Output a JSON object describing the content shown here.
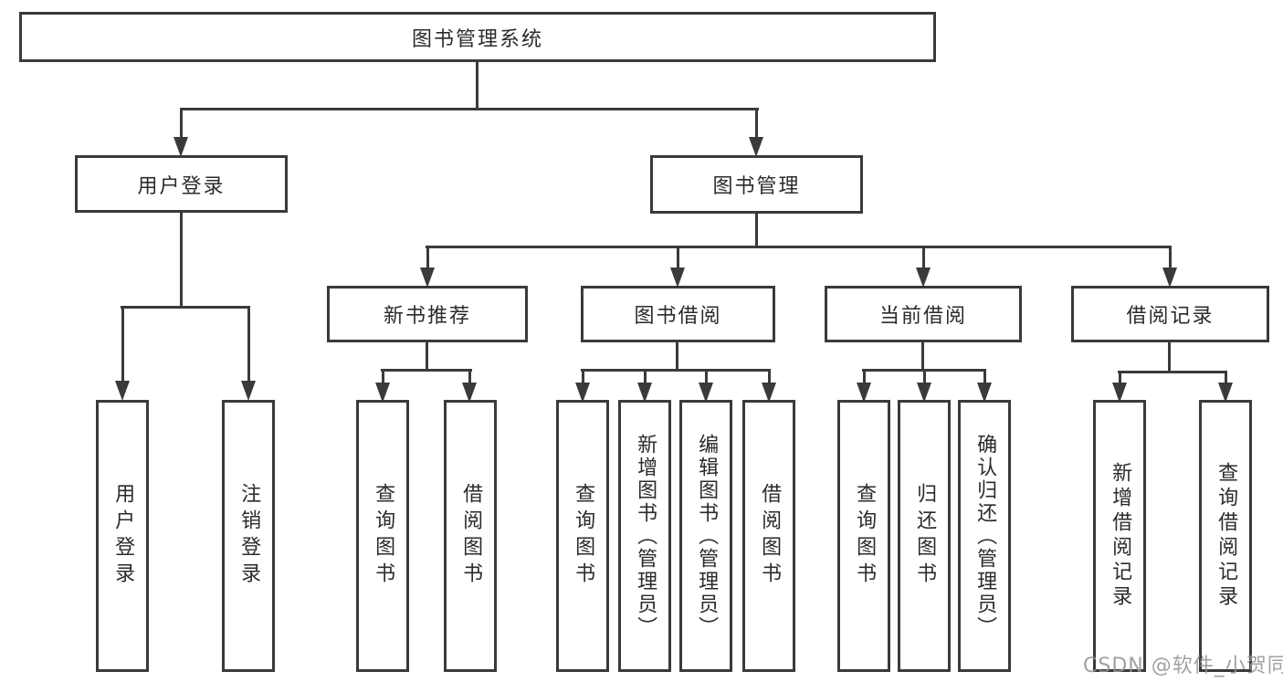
{
  "colors": {
    "line": "#3a3a3a",
    "text": "#2b2b2b",
    "watermark": "#949494",
    "background": "#ffffff"
  },
  "tree": {
    "root": "图书管理系统",
    "level2": [
      "用户登录",
      "图书管理"
    ],
    "level3": [
      "新书推荐",
      "图书借阅",
      "当前借阅",
      "借阅记录"
    ],
    "leaves": {
      "user_login": [
        "用户登录",
        "注销登录"
      ],
      "new_book": [
        "查询图书",
        "借阅图书"
      ],
      "book_borrow": [
        "查询图书",
        "新增图书（管理员）",
        "编辑图书（管理员）",
        "借阅图书"
      ],
      "current_borrow": [
        "查询图书",
        "归还图书",
        "确认归还（管理员）"
      ],
      "borrow_records": [
        "新增借阅记录",
        "查询借阅记录"
      ]
    }
  },
  "watermark": "CSDN @软件_小贺同学"
}
